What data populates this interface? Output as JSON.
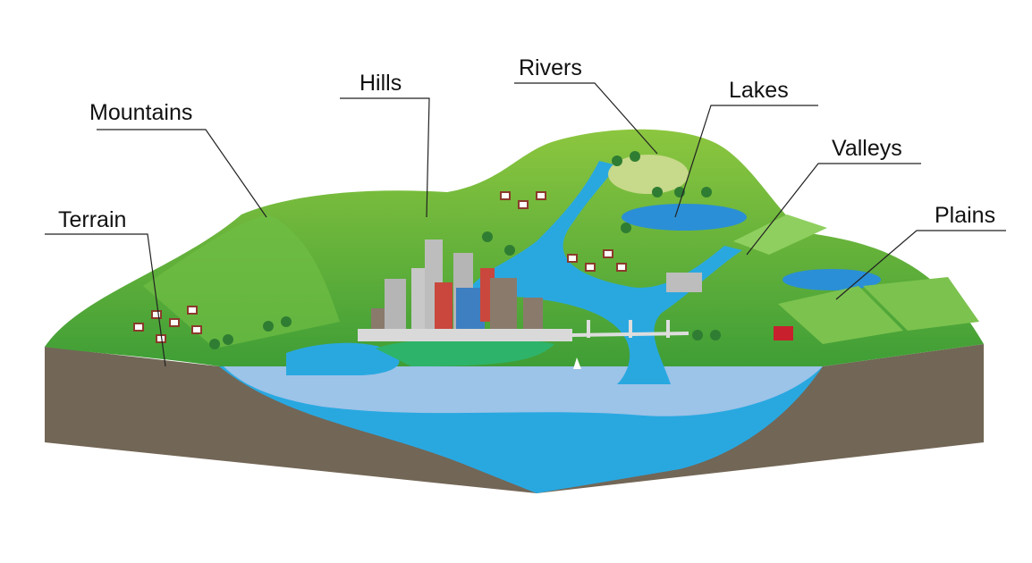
{
  "labels": {
    "terrain": "Terrain",
    "mountains": "Mountains",
    "hills": "Hills",
    "rivers": "Rivers",
    "lakes": "Lakes",
    "valleys": "Valleys",
    "plains": "Plains"
  },
  "colors": {
    "grass": "#5cb338",
    "grass_light": "#8cc63f",
    "soil": "#726656",
    "water": "#29a8e0",
    "water_light": "#9cc3e8",
    "lake": "#2a8fd6"
  }
}
